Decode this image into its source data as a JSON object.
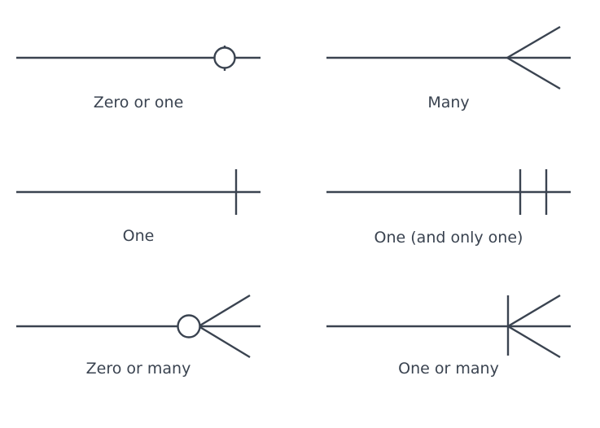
{
  "diagram": {
    "colors": {
      "line": "#3a4350",
      "background": "#ffffff"
    },
    "notations": [
      {
        "label": "Zero or one",
        "symbol": "zero-or-one"
      },
      {
        "label": "Many",
        "symbol": "many"
      },
      {
        "label": "One",
        "symbol": "one"
      },
      {
        "label": "One (and only one)",
        "symbol": "one-and-only-one"
      },
      {
        "label": "Zero or many",
        "symbol": "zero-or-many"
      },
      {
        "label": "One or many",
        "symbol": "one-or-many"
      }
    ]
  }
}
